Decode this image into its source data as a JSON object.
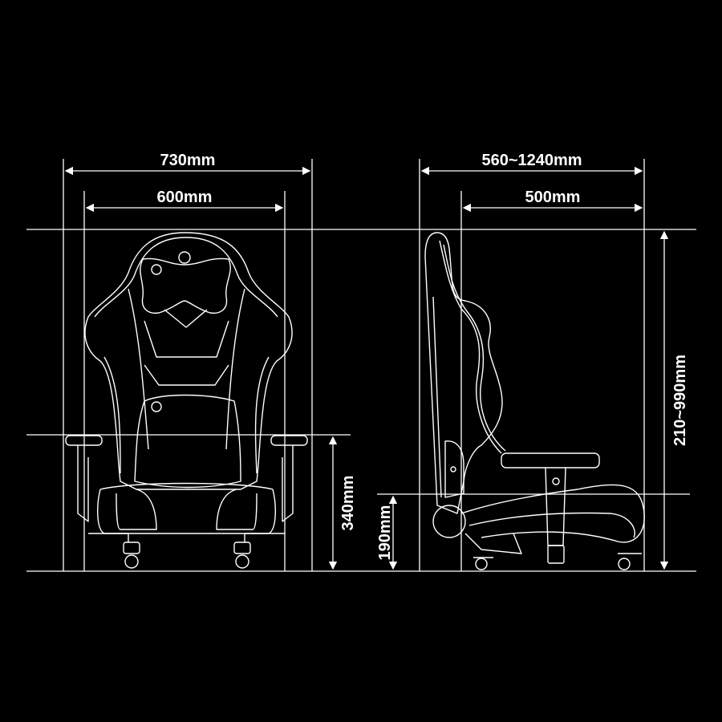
{
  "front_view": {
    "overall_width": "730mm",
    "seat_width": "600mm",
    "armrest_height": "340mm"
  },
  "side_view": {
    "depth_range": "560~1240mm",
    "seat_depth": "500mm",
    "seat_height": "190mm",
    "total_height_range": "210~990mm"
  },
  "colors": {
    "background": "#000000",
    "line": "#ffffff"
  }
}
